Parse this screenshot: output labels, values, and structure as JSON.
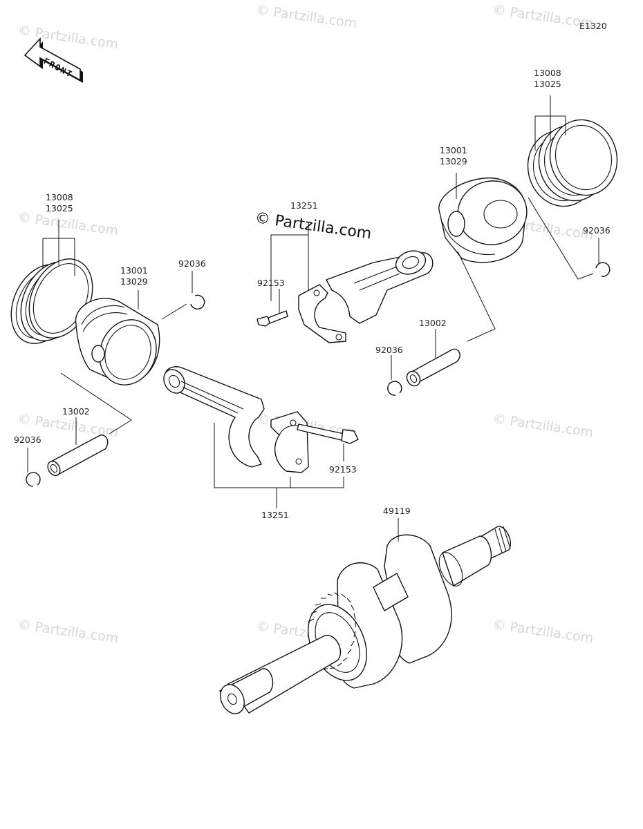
{
  "diagram": {
    "code": "E1320",
    "front_label": "FRONT",
    "center_watermark": "© Partzilla.com",
    "watermark": "© Partzilla.com",
    "labels": {
      "rings_left_a": "13008",
      "rings_left_b": "13025",
      "piston_left_a": "13001",
      "piston_left_b": "13029",
      "clip_left_top": "92036",
      "pin_left": "13002",
      "clip_left_bottom": "92036",
      "bolt_lower": "92153",
      "rod_lower": "13251",
      "rod_upper": "13251",
      "bolt_upper": "92153",
      "piston_right_a": "13001",
      "piston_right_b": "13029",
      "rings_right_a": "13008",
      "rings_right_b": "13025",
      "clip_right_top": "92036",
      "pin_right": "13002",
      "clip_right_bottom": "92036",
      "crankshaft": "49119"
    }
  }
}
